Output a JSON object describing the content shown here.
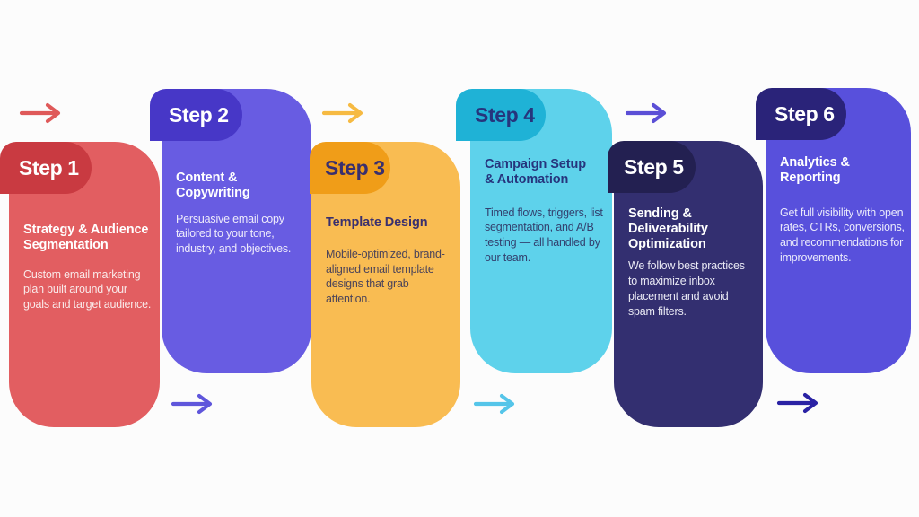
{
  "background_color": "#FCFCFC",
  "steps": [
    {
      "label": "Step 1",
      "title": "Strategy & Audience Segmentation",
      "description": "Custom email marketing plan built around your goals and target audience.",
      "colors": {
        "card": "#E25E61",
        "pill": "#C93A41",
        "pill_text": "#FFFFFF",
        "title": "#FFFFFF",
        "body": "#F9E9E9"
      }
    },
    {
      "label": "Step 2",
      "title": "Content & Copywriting",
      "description": "Persuasive email copy tailored to your tone, industry, and objectives.",
      "colors": {
        "card": "#685CE2",
        "pill": "#4737C7",
        "pill_text": "#FFFFFF",
        "title": "#FFFFFF",
        "body": "#EEEBFB"
      }
    },
    {
      "label": "Step 3",
      "title": "Template Design",
      "description": "Mobile-optimized, brand-aligned email template designs that grab attention.",
      "colors": {
        "card": "#F9BC52",
        "pill": "#F09D18",
        "pill_text": "#392F6E",
        "title": "#392F6E",
        "body": "#4C4459"
      }
    },
    {
      "label": "Step 4",
      "title": "Campaign Setup & Automation",
      "description": "Timed flows, triggers, list segmentation, and A/B testing — all handled by our team.",
      "colors": {
        "card": "#5ED2EB",
        "pill": "#1FB2D6",
        "pill_text": "#26357D",
        "title": "#26357D",
        "body": "#33406E"
      }
    },
    {
      "label": "Step 5",
      "title": "Sending & Deliverability Optimization",
      "description": "We follow best practices to maximize inbox placement and avoid spam filters.",
      "colors": {
        "card": "#332F70",
        "pill": "#232051",
        "pill_text": "#FFFFFF",
        "title": "#FFFFFF",
        "body": "#E9E9F4"
      }
    },
    {
      "label": "Step 6",
      "title": "Analytics & Reporting",
      "description": "Get full visibility with open rates, CTRs, conversions, and recommendations for improvements.",
      "colors": {
        "card": "#5850DC",
        "pill": "#2A2379",
        "pill_text": "#FFFFFF",
        "title": "#FFFFFF",
        "body": "#E9E9FB"
      }
    }
  ],
  "arrows": [
    {
      "name": "arrow-red-top-left",
      "color": "#DF5959"
    },
    {
      "name": "arrow-purple-bottom",
      "color": "#5F56DB"
    },
    {
      "name": "arrow-yellow-top",
      "color": "#F6BA42"
    },
    {
      "name": "arrow-cyan-bottom",
      "color": "#55C5E9"
    },
    {
      "name": "arrow-indigo-top",
      "color": "#5B4FD6"
    },
    {
      "name": "arrow-navy-bottom-right",
      "color": "#2A22A4"
    }
  ]
}
